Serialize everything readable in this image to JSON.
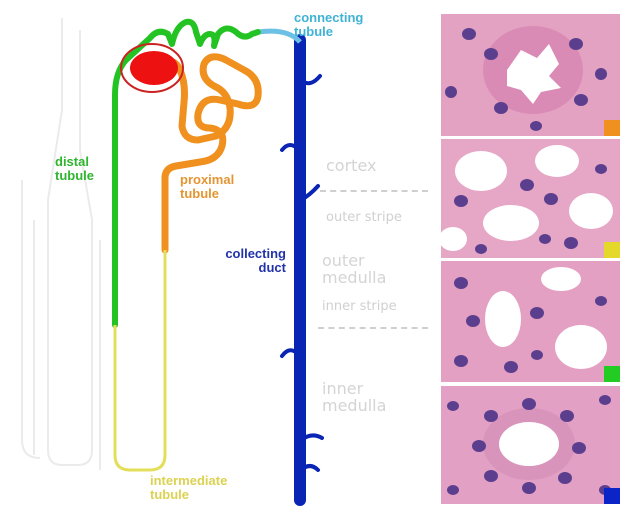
{
  "labels": {
    "connecting_tubule": [
      "connecting",
      "tubule"
    ],
    "distal_tubule": [
      "distal",
      "tubule"
    ],
    "proximal_tubule": [
      "proximal",
      "tubule"
    ],
    "collecting_duct": [
      "collecting",
      "duct"
    ],
    "intermediate_tubule": [
      "intermediate",
      "tubule"
    ]
  },
  "zones": {
    "cortex": "cortex",
    "outer_stripe": "outer stripe",
    "outer_medulla": [
      "outer",
      "medulla"
    ],
    "inner_stripe": "inner stripe",
    "inner_medulla": [
      "inner",
      "medulla"
    ]
  },
  "colors": {
    "distal": "#22c322",
    "proximal": "#f0901e",
    "intermediate": "#e4df5a",
    "collecting": "#0a24b4",
    "connecting": "#6cc0e6",
    "glomerulus": "#ee1111",
    "ghost": "#ececec",
    "he_pink": "#e8a0c4",
    "nucleus": "#5a3f8c"
  },
  "panels": [
    {
      "segment": "proximal",
      "swatch": "#f0901e"
    },
    {
      "segment": "intermediate",
      "swatch": "#e4d92a"
    },
    {
      "segment": "distal",
      "swatch": "#22cc22"
    },
    {
      "segment": "collecting",
      "swatch": "#0a24c8"
    }
  ]
}
